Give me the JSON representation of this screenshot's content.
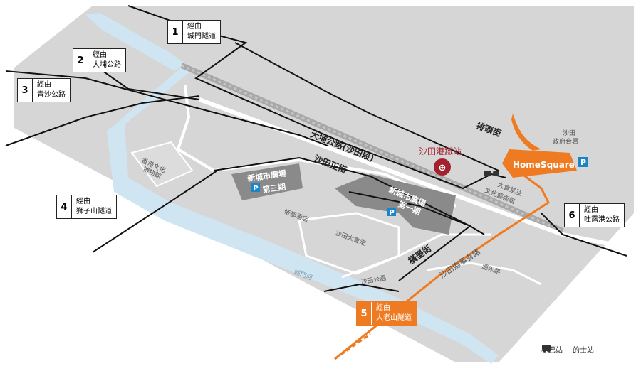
{
  "colors": {
    "land": "#d6d6d6",
    "water": "#cfe6f2",
    "road": "#ffffff",
    "route_black": "#111111",
    "route_orange": "#ee7b22",
    "mall_gray": "#8a8a8a",
    "mtr_red": "#a3202d",
    "parking_blue": "#1a86c8"
  },
  "routes": [
    {
      "num": "1",
      "via": "經由",
      "road": "城門隧道"
    },
    {
      "num": "2",
      "via": "經由",
      "road": "大埔公路"
    },
    {
      "num": "3",
      "via": "經由",
      "road": "青沙公路"
    },
    {
      "num": "4",
      "via": "經由",
      "road": "獅子山隧道"
    },
    {
      "num": "5",
      "via": "經由",
      "road": "大老山隧道"
    },
    {
      "num": "6",
      "via": "經由",
      "road": "吐露港公路"
    }
  ],
  "labels": {
    "tai_po_road": "大埔公路(沙田段)",
    "sha_tin_centre_st": "沙田正街",
    "station": "沙田港鐵站",
    "pai_tau_st": "排頭街",
    "govt_1": "沙田",
    "govt_2": "政府合署",
    "museum_1": "香港文化",
    "museum_2": "博物館",
    "town_hall_1": "大會堂及",
    "town_hall_2": "文化藝術館",
    "mall3_1": "新城市廣場",
    "mall3_2": "第三期",
    "mall1_1": "新城市廣場",
    "mall1_2": "第一期",
    "royal_park": "帝都酒店",
    "town_hall": "沙田大會堂",
    "hung_mui_kuk": "橫壆街",
    "sha_tin_rural": "沙田鄉事會路",
    "yuen_chau_kok": "源禾路",
    "shing_mun_river": "城門河",
    "sha_tin_park": "沙田公園",
    "homesquare": "HomeSquare",
    "parking": "P"
  },
  "legend": {
    "minibus": "小巴站",
    "taxi": "的士站"
  },
  "icons": [
    "mtr-logo-icon",
    "parking-icon",
    "minibus-icon",
    "taxi-icon"
  ]
}
